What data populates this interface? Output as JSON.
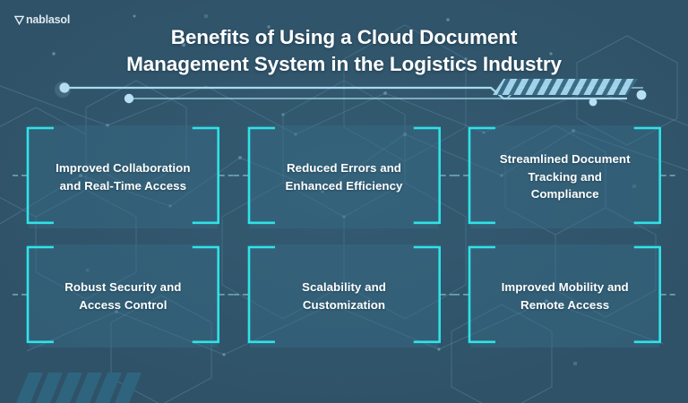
{
  "brand": {
    "name": "nablasol",
    "mark_icon": "nabla-triangle-icon"
  },
  "title": {
    "line1": "Benefits of Using a Cloud Document",
    "line2": "Management System in the Logistics Industry",
    "full": "Benefits of Using a Cloud Document Management System in the Logistics Industry"
  },
  "colors": {
    "page_background": "#2f5268",
    "panel_fill": "#386e88",
    "accent_cyan": "#2fe3e8",
    "rail_blue": "#9fd6ef",
    "title_text": "#ffffff",
    "card_text": "#ffffff",
    "stripe_teal": "#2d6077"
  },
  "decorations": {
    "rail_label": "connector-rail",
    "stripe_bar_label": "hatched-bar",
    "corner_stripes_label": "corner-hatch-stripes",
    "network_label": "hexagon-network-pattern"
  },
  "cards": [
    {
      "id": "improved-collaboration",
      "label": "Improved Collaboration\nand Real-Time Access"
    },
    {
      "id": "reduced-errors",
      "label": "Reduced Errors and\nEnhanced Efficiency"
    },
    {
      "id": "streamlined-tracking",
      "label": "Streamlined Document\nTracking and\nCompliance"
    },
    {
      "id": "robust-security",
      "label": "Robust Security and\nAccess Control"
    },
    {
      "id": "scalability",
      "label": "Scalability and\nCustomization"
    },
    {
      "id": "improved-mobility",
      "label": "Improved Mobility and\nRemote Access"
    }
  ]
}
